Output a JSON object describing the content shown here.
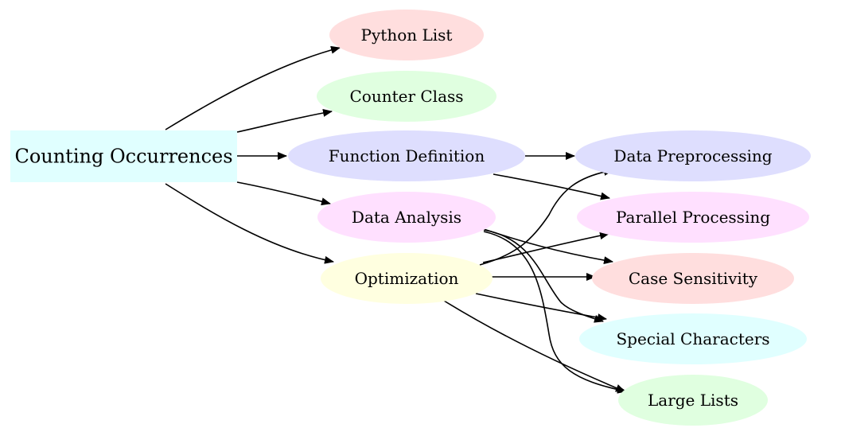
{
  "root": {
    "id": "counting",
    "label": "Counting Occurrences",
    "color": "#e0ffff"
  },
  "nodes": [
    {
      "id": "python_list",
      "label": "Python List",
      "color": "#ffdede"
    },
    {
      "id": "counter_class",
      "label": "Counter Class",
      "color": "#e0ffe0"
    },
    {
      "id": "function_def",
      "label": "Function Definition",
      "color": "#dedefe"
    },
    {
      "id": "data_analysis",
      "label": "Data Analysis",
      "color": "#ffe0ff"
    },
    {
      "id": "optimization",
      "label": "Optimization",
      "color": "#ffffe0"
    },
    {
      "id": "data_preprocessing",
      "label": "Data Preprocessing",
      "color": "#dedefe"
    },
    {
      "id": "parallel_processing",
      "label": "Parallel Processing",
      "color": "#ffe0ff"
    },
    {
      "id": "case_sensitivity",
      "label": "Case Sensitivity",
      "color": "#ffdede"
    },
    {
      "id": "special_characters",
      "label": "Special Characters",
      "color": "#e0ffff"
    },
    {
      "id": "large_lists",
      "label": "Large Lists",
      "color": "#e0ffe0"
    }
  ],
  "edges": [
    {
      "from": "counting",
      "to": "python_list"
    },
    {
      "from": "counting",
      "to": "counter_class"
    },
    {
      "from": "counting",
      "to": "function_def"
    },
    {
      "from": "counting",
      "to": "data_analysis"
    },
    {
      "from": "counting",
      "to": "optimization"
    },
    {
      "from": "function_def",
      "to": "data_preprocessing"
    },
    {
      "from": "function_def",
      "to": "parallel_processing"
    },
    {
      "from": "data_analysis",
      "to": "case_sensitivity"
    },
    {
      "from": "data_analysis",
      "to": "special_characters"
    },
    {
      "from": "data_analysis",
      "to": "large_lists"
    },
    {
      "from": "optimization",
      "to": "data_preprocessing"
    },
    {
      "from": "optimization",
      "to": "parallel_processing"
    },
    {
      "from": "optimization",
      "to": "case_sensitivity"
    },
    {
      "from": "optimization",
      "to": "special_characters"
    },
    {
      "from": "optimization",
      "to": "large_lists"
    }
  ]
}
